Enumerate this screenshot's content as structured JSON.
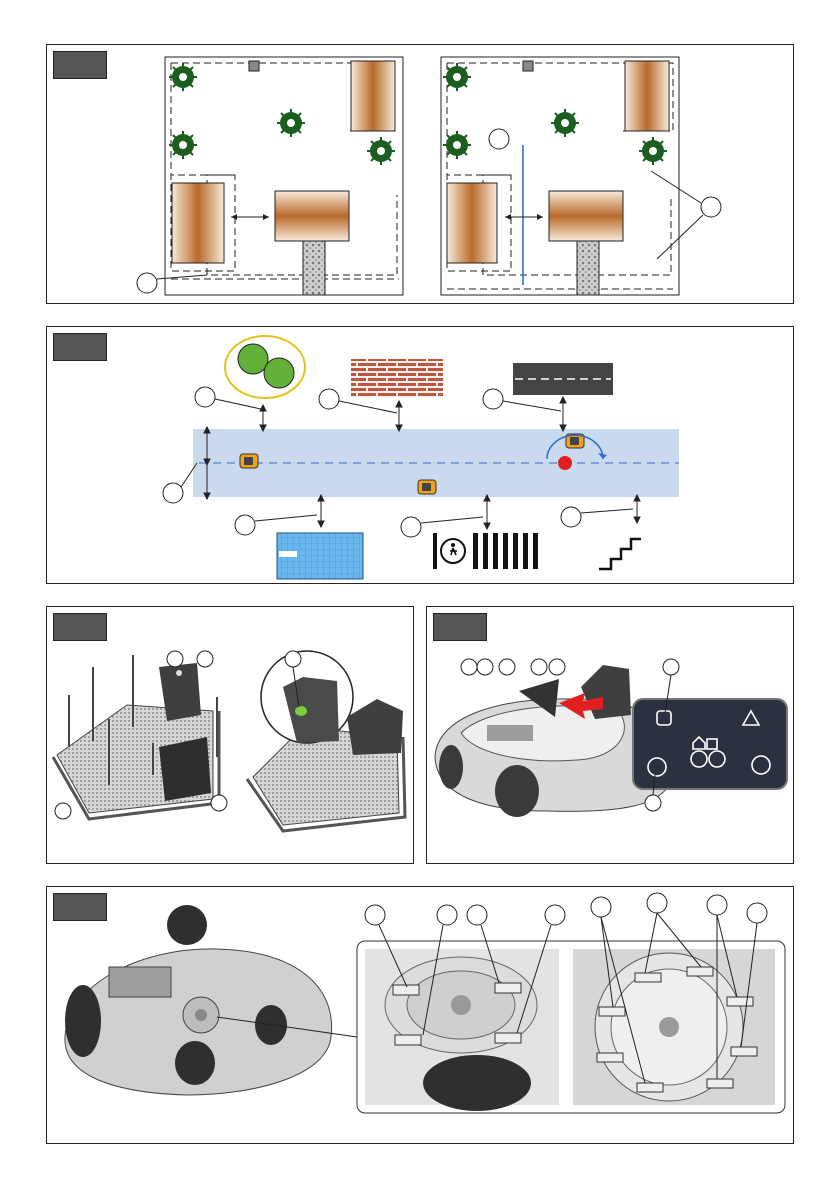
{
  "panels": [
    {
      "id": "fig-1",
      "tag_label": ""
    },
    {
      "id": "fig-2",
      "tag_label": ""
    },
    {
      "id": "fig-3",
      "tag_label": ""
    },
    {
      "id": "fig-4",
      "tag_label": ""
    },
    {
      "id": "fig-5",
      "tag_label": ""
    }
  ],
  "icons": {
    "tree": "tree-icon",
    "house": "house-icon",
    "lawn_mower": "mower-icon",
    "charging_station": "charging-station-icon",
    "brick_wall": "brick-wall-icon",
    "road": "road-icon",
    "pool": "pool-icon",
    "crosswalk": "crosswalk-icon",
    "stairs": "stairs-icon",
    "power": "power-icon",
    "home": "home-icon",
    "warning": "warning-icon",
    "bluetooth": "bluetooth-icon"
  },
  "colors": {
    "boundary_wire": "#d21f1f",
    "guide_wire": "#1f6fc2",
    "mower_body": "#f2a11c",
    "work_zone": "#c9d9ee",
    "tree_green": "#1b5e20",
    "house_brown": "#b86a2a"
  }
}
